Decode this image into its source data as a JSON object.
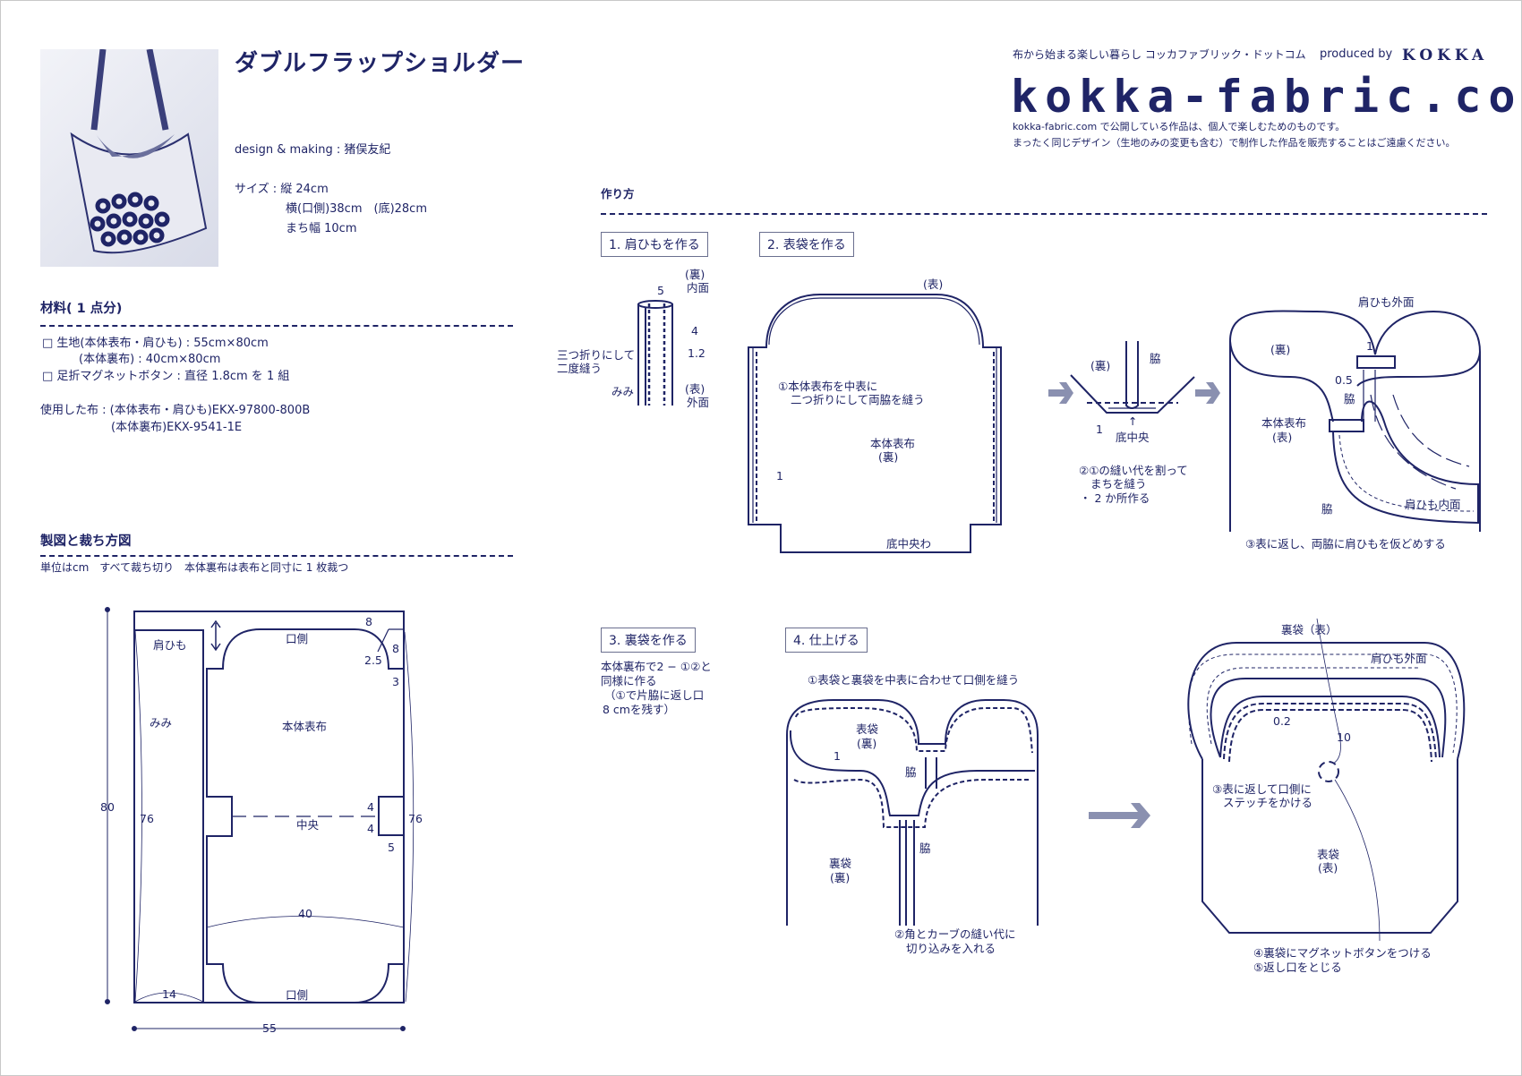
{
  "header": {
    "title": "ダブルフラップショルダー",
    "design_credit": "design & making : 猪俣友紀",
    "size_label": "サイズ : 縦 24cm",
    "size_width": "横(口側)38cm　(底)28cm",
    "size_gusset": "まち幅 10cm"
  },
  "brand": {
    "tagline": "布から始まる楽しい暮らし コッカファブリック・ドットコム",
    "produced_by": "produced by",
    "kokka": "KOKKA",
    "logo": "kokka-fabric.com",
    "notice_1": "kokka-fabric.com で公開している作品は、個人で楽しむためのものです。",
    "notice_2": "まったく同じデザイン（生地のみの変更も含む）で制作した作品を販売することはご遠慮ください。"
  },
  "materials": {
    "heading": "材料( 1 点分)",
    "items": [
      "□ 生地(本体表布・肩ひも) : 55cm×80cm",
      "(本体裏布) : 40cm×80cm",
      "□ 足折マグネットボタン : 直径 1.8cm を 1 組"
    ],
    "fabric_used_1": "使用した布 : (本体表布・肩ひも)EKX-97800-800B",
    "fabric_used_2": "(本体裏布)EKX-9541-1E"
  },
  "pattern": {
    "heading": "製図と裁ち方図",
    "note": "単位はcm　すべて裁ち切り　本体裏布は表布と同寸に 1 枚裁つ",
    "labels": {
      "strap": "肩ひも",
      "selvage": "みみ",
      "body": "本体表布",
      "opening_top": "口側",
      "opening_bottom": "口側",
      "center": "中央",
      "h80": "80",
      "w55": "55",
      "strap_len": "76",
      "body_len": "76",
      "strap_w": "14",
      "body_w": "40",
      "c8a": "8",
      "c8b": "8",
      "c25": "2.5",
      "c3": "3",
      "n4a": "4",
      "n4b": "4",
      "n5": "5"
    }
  },
  "howto": {
    "heading": "作り方",
    "step1": {
      "title": "1. 肩ひもを作る",
      "labels": {
        "ura": "(裏)",
        "inner": "内面",
        "w5": "5",
        "w4": "4",
        "w12": "1.2",
        "fold": "三つ折りにして",
        "fold2": "二度縫う",
        "selvage": "みみ",
        "omote": "(表)",
        "outer": "外面"
      }
    },
    "step2": {
      "title": "2. 表袋を作る",
      "labels": {
        "omote": "(表)",
        "n1a": "①本体表布を中表に",
        "n1b": "二つ折りにして両脇を縫う",
        "body": "本体表布",
        "body_ura": "(裏)",
        "sa1": "1",
        "bottom": "底中央わ",
        "g_ura": "(裏)",
        "g_side": "脇",
        "g_1": "1",
        "g_center": "底中央",
        "g_arrow": "↑",
        "n2a": "②①の縫い代を割って",
        "n2b": "まちを縫う",
        "n2c": "・ 2 か所作る",
        "b_ura": "(裏)",
        "b_strap_out": "肩ひも外面",
        "b_1": "1",
        "b_05": "0.5",
        "b_side": "脇",
        "b_body": "本体表布",
        "b_omote": "(表)",
        "b_side2": "脇",
        "b_strap_in": "肩ひも内面",
        "n3": "③表に返し、両脇に肩ひもを仮どめする"
      }
    },
    "step3": {
      "title": "3. 裏袋を作る",
      "lines": [
        "本体裏布で2 − ①②と",
        "同様に作る",
        "（①で片脇に返し口",
        "8 cmを残す）"
      ]
    },
    "step4": {
      "title": "4. 仕上げる",
      "labels": {
        "n1": "①表袋と裏袋を中表に合わせて口側を縫う",
        "outer": "表袋",
        "outer_ura": "(裏)",
        "sa1": "1",
        "side1": "脇",
        "side2": "脇",
        "lining": "裏袋",
        "lining_ura": "(裏)",
        "n2a": "②角とカーブの縫い代に",
        "n2b": "切り込みを入れる",
        "lining_omote": "裏袋（表）",
        "strap_out": "肩ひも外面",
        "s02": "0.2",
        "s10": "10",
        "n3a": "③表に返して口側に",
        "n3b": "ステッチをかける",
        "outer2": "表袋",
        "outer2_omote": "(表)",
        "n4": "④裏袋にマグネットボタンをつける",
        "n5": "⑤返し口をとじる"
      }
    }
  },
  "colors": {
    "ink": "#1f2466",
    "arrow": "#8a90b0"
  }
}
